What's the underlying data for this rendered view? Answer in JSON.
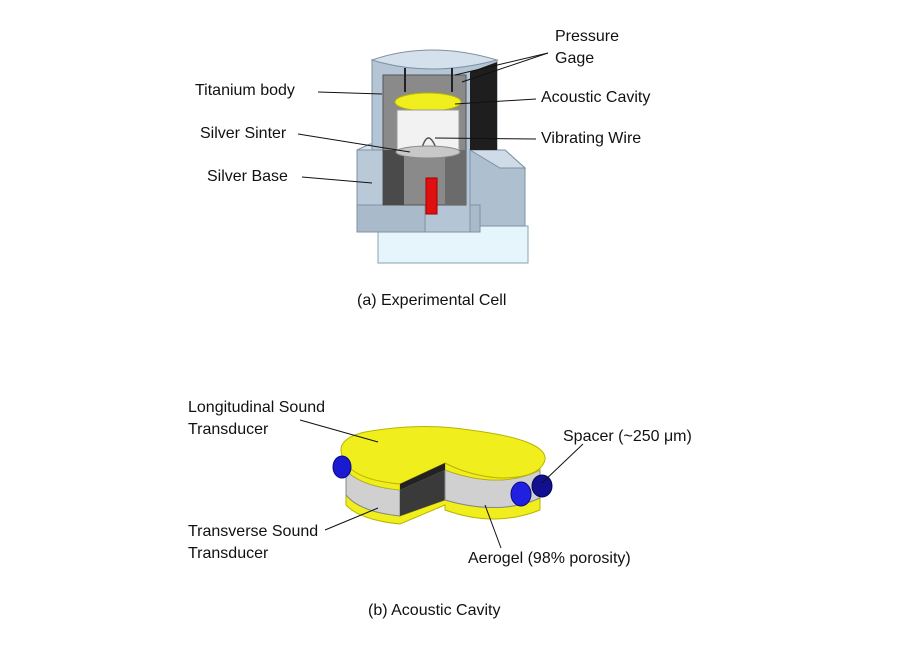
{
  "panel_a": {
    "caption": "(a) Experimental Cell",
    "labels": {
      "pressure_gage": "Pressure\nGage",
      "titanium_body": "Titanium body",
      "acoustic_cavity": "Acoustic Cavity",
      "silver_sinter": "Silver Sinter",
      "vibrating_wire": "Vibrating Wire",
      "silver_base": "Silver Base"
    }
  },
  "panel_b": {
    "caption": "(b) Acoustic Cavity",
    "labels": {
      "longitudinal_transducer": "Longitudinal Sound\nTransducer",
      "spacer": "Spacer (~250 μm)",
      "transverse_transducer": "Transverse Sound\nTransducer",
      "aerogel": "Aerogel (98% porosity)"
    }
  },
  "colors": {
    "body_light": "#c8d6e4",
    "body_mid": "#9eb0c2",
    "body_dark": "#7f91a3",
    "interior_dark": "#3a3a3a",
    "yellow": "#f0ee1c",
    "yellow_edge": "#c8c400",
    "aerogel_gray": "#d0d0d0",
    "spacer_blue": "#1a1ad0",
    "heater_red": "#e01010",
    "base_pale": "#e6f4fb"
  }
}
